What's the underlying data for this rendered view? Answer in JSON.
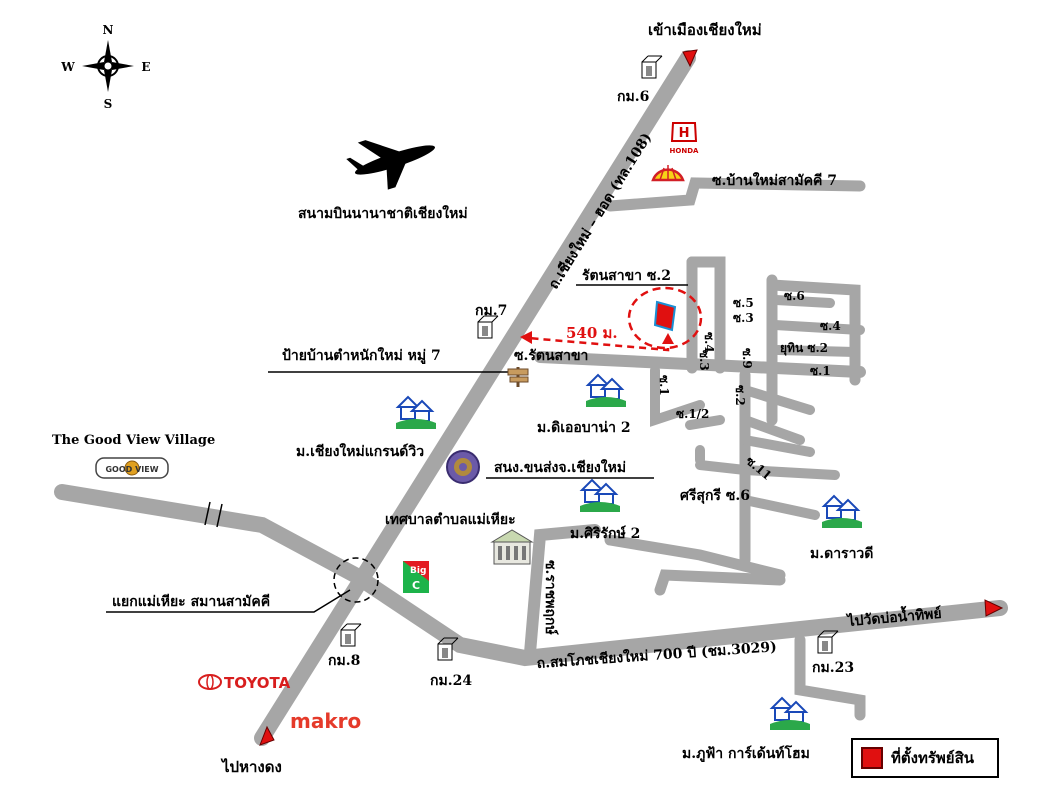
{
  "compass": {
    "n": "N",
    "s": "S",
    "e": "E",
    "w": "W"
  },
  "labels": {
    "to_chiangmai": "เข้าเมืองเชียงใหม่",
    "to_hangdong": "ไปหางดง",
    "to_watbonamthip": "ไปวัดบ่อน้ำทิพย์",
    "airport": "สนามบินนานาชาติเชียงใหม่",
    "road_chiangmai_hot": "ถ.เชียงใหม่ – ฮอด (ทล.108)",
    "road_sompot": "ถ.สมโภชเชียงใหม่ 700 ปี (ชม.3029)",
    "soi_baanmai": "ซ.บ้านใหม่สามัคคี 7",
    "ratanasakha_soi2": "รัตนสาขา ซ.2",
    "soi_ratanasakha": "ซ.รัตนสาขา",
    "distance": "540 ม.",
    "km7": "กม.7",
    "km6": "กม.6",
    "km8": "กม.8",
    "km24": "กม.24",
    "km23": "กม.23",
    "sign_moo7": "ป้ายบ้านตำหนักใหม่ หมู่ 7",
    "good_view": "The Good View Village",
    "m_chiangmai_grandview": "ม.เชียงใหม่แกรนด์วิว",
    "m_deebana2": "ม.ดิเออบาน่า 2",
    "transport_office": "สนง.ขนส่งจ.เชียงใหม่",
    "tessaban": "เทศบาลตำบลแม่เหียะ",
    "m_sirirak2": "ม.ศิริรักษ์ 2",
    "m_darawadee": "ม.ดาราวดี",
    "m_phufah": "ม.ภูฟ้า การ์เด้นท์โฮม",
    "junction": "แยกแม่เหียะ สมานสามัคคี",
    "soi_rajapruek": "ซ.ราชพฤกษ์",
    "srisuk_soi6": "ศรีสุกรี ซ.6",
    "yutin_soi2": "ยุทิน ซ.2",
    "soi1": "ซ.1",
    "soi_1_2": "ซ.1/2",
    "soi2": "ซ.2",
    "soi3": "ซ.3",
    "soi4": "ซ.4",
    "soi5": "ซ.5",
    "soi6": "ซ.6",
    "soi11": "ซ.11",
    "soi_s9": "ซ.9",
    "toyota": "TOYOTA",
    "makro": "makro",
    "honda": "HONDA",
    "bigc": "Big C",
    "goodview_badge": "GOOD VIEW"
  },
  "legend": {
    "label": "ที่ตั้งทรัพย์สิน"
  },
  "colors": {
    "road": "#a6a6a6",
    "marker": "#e01010",
    "arrow": "#e01010",
    "dashed": "#e01010"
  }
}
